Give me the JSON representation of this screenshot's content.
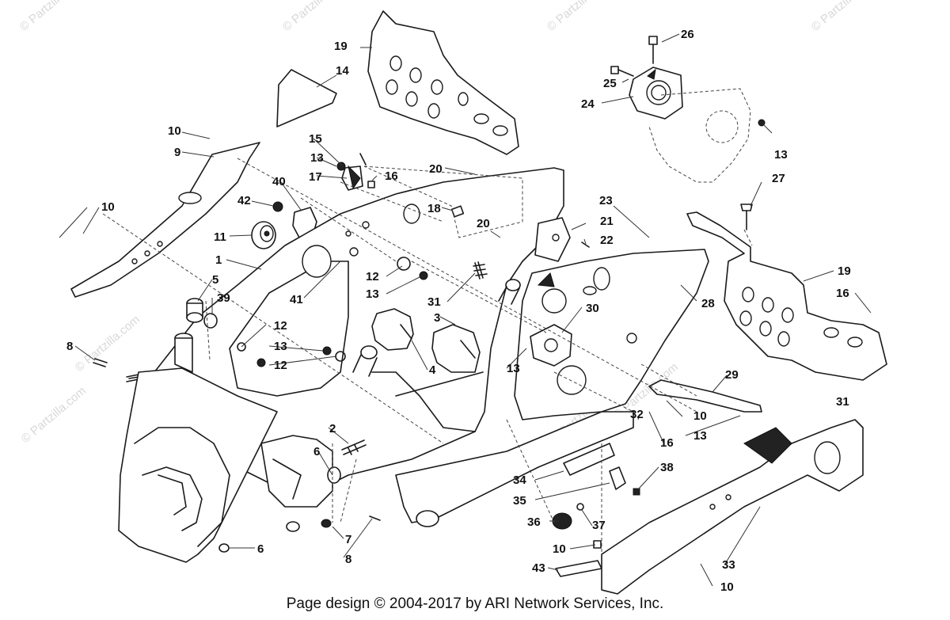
{
  "footer": {
    "copyright": "Page design © 2004-2017 by ARI Network Services, Inc."
  },
  "watermark": {
    "text": "© Partzilla.com",
    "color": "#d8d8d8"
  },
  "callouts": [
    {
      "id": "c-26",
      "label": "26"
    },
    {
      "id": "c-25",
      "label": "25"
    },
    {
      "id": "c-24",
      "label": "24"
    },
    {
      "id": "c-13a",
      "label": "13"
    },
    {
      "id": "c-27",
      "label": "27"
    },
    {
      "id": "c-19a",
      "label": "19"
    },
    {
      "id": "c-14",
      "label": "14"
    },
    {
      "id": "c-15",
      "label": "15"
    },
    {
      "id": "c-13b",
      "label": "13"
    },
    {
      "id": "c-17",
      "label": "17"
    },
    {
      "id": "c-16a",
      "label": "16"
    },
    {
      "id": "c-20a",
      "label": "20"
    },
    {
      "id": "c-18",
      "label": "18"
    },
    {
      "id": "c-20b",
      "label": "20"
    },
    {
      "id": "c-23",
      "label": "23"
    },
    {
      "id": "c-21",
      "label": "21"
    },
    {
      "id": "c-22",
      "label": "22"
    },
    {
      "id": "c-10a",
      "label": "10"
    },
    {
      "id": "c-9",
      "label": "9"
    },
    {
      "id": "c-40",
      "label": "40"
    },
    {
      "id": "c-42",
      "label": "42"
    },
    {
      "id": "c-10b",
      "label": "10"
    },
    {
      "id": "c-11",
      "label": "11"
    },
    {
      "id": "c-1",
      "label": "1"
    },
    {
      "id": "c-12a",
      "label": "12"
    },
    {
      "id": "c-13c",
      "label": "13"
    },
    {
      "id": "c-31",
      "label": "31"
    },
    {
      "id": "c-19b",
      "label": "19"
    },
    {
      "id": "c-16b",
      "label": "16"
    },
    {
      "id": "c-28",
      "label": "28"
    },
    {
      "id": "c-5",
      "label": "5"
    },
    {
      "id": "c-39",
      "label": "39"
    },
    {
      "id": "c-41",
      "label": "41"
    },
    {
      "id": "c-30",
      "label": "30"
    },
    {
      "id": "c-3",
      "label": "3"
    },
    {
      "id": "c-12b",
      "label": "12"
    },
    {
      "id": "c-13d",
      "label": "13"
    },
    {
      "id": "c-12c",
      "label": "12"
    },
    {
      "id": "c-4",
      "label": "4"
    },
    {
      "id": "c-13e",
      "label": "13"
    },
    {
      "id": "c-8a",
      "label": "8"
    },
    {
      "id": "c-29",
      "label": "29"
    },
    {
      "id": "c-10c",
      "label": "10"
    },
    {
      "id": "c-13f",
      "label": "13"
    },
    {
      "id": "c-32",
      "label": "32"
    },
    {
      "id": "c-16c",
      "label": "16"
    },
    {
      "id": "c-2",
      "label": "2"
    },
    {
      "id": "c-6a",
      "label": "6"
    },
    {
      "id": "c-38",
      "label": "38"
    },
    {
      "id": "c-34",
      "label": "34"
    },
    {
      "id": "c-35",
      "label": "35"
    },
    {
      "id": "c-36",
      "label": "36"
    },
    {
      "id": "c-37",
      "label": "37"
    },
    {
      "id": "c-7",
      "label": "7"
    },
    {
      "id": "c-6b",
      "label": "6"
    },
    {
      "id": "c-8b",
      "label": "8"
    },
    {
      "id": "c-10d",
      "label": "10"
    },
    {
      "id": "c-43",
      "label": "43"
    },
    {
      "id": "c-33",
      "label": "33"
    },
    {
      "id": "c-10e",
      "label": "10"
    },
    {
      "id": "c-31b",
      "label": "31"
    }
  ]
}
